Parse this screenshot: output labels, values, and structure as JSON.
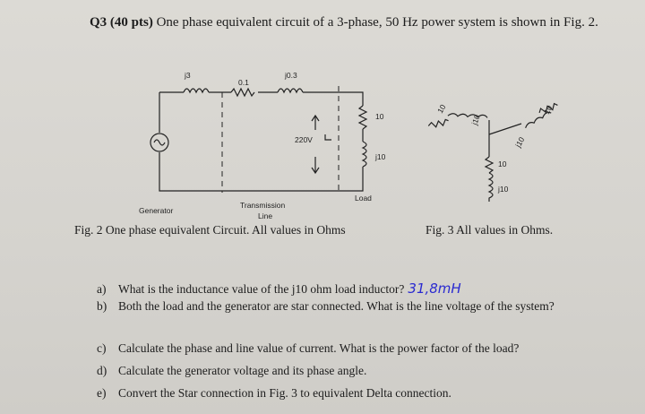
{
  "title": {
    "number": "Q3 (40 pts)",
    "text": "One phase equivalent circuit of a 3-phase, 50 Hz power system is shown in Fig. 2."
  },
  "fig2": {
    "z_gen": "j3",
    "z_line_r": "0.1",
    "z_line_x": "j0.3",
    "voltage": "220V",
    "load_r": "10",
    "load_x": "j10",
    "label_generator": "Generator",
    "label_line_1": "Transmission",
    "label_line_2": "Line",
    "label_load": "Load",
    "caption": "Fig. 2 One phase equivalent Circuit. All values in Ohms"
  },
  "fig3": {
    "r1": "10",
    "x1": "j10",
    "r2": "10",
    "x2": "j10",
    "r3": "10",
    "x3": "j10",
    "caption": "Fig. 3 All values in Ohms."
  },
  "questions": [
    {
      "label": "a)",
      "text": "What is the inductance value of the j10 ohm load inductor?",
      "answer": "31,8mH"
    },
    {
      "label": "b)",
      "text": "Both the load and the generator are star connected. What is the line voltage of the system?"
    },
    {
      "label": "c)",
      "text": "Calculate the phase and line value of current. What is the power factor of the load?"
    },
    {
      "label": "d)",
      "text": "Calculate the generator voltage and its phase angle."
    },
    {
      "label": "e)",
      "text": "Convert the Star connection in Fig. 3 to equivalent Delta connection."
    }
  ]
}
